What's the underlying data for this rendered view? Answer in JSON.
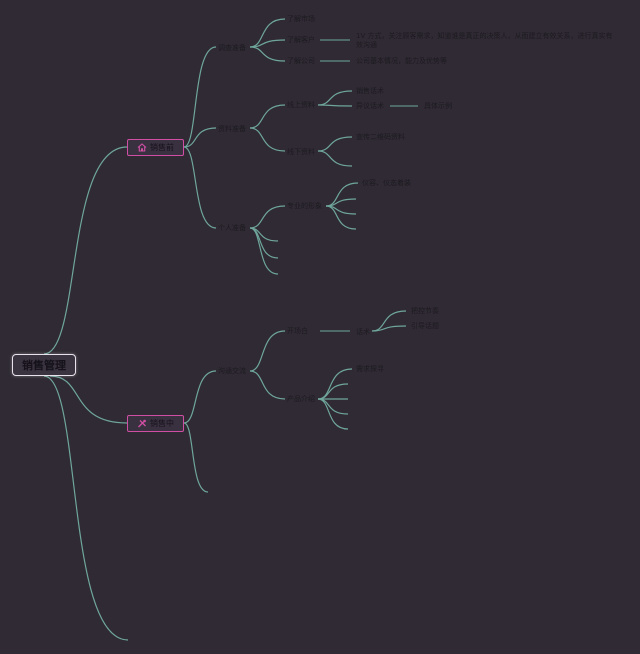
{
  "colors": {
    "background": "#2f2a33",
    "link": "#6fa69c",
    "branch_border": "#d04fa5",
    "text": "#1e1a22"
  },
  "root": {
    "label": "销售管理"
  },
  "branches": [
    {
      "label": "销售前",
      "icon": "house-icon"
    },
    {
      "label": "销售中",
      "icon": "tools-icon"
    }
  ],
  "nodes": {
    "preparation": "调查准备",
    "understand_industry": "了解市场",
    "understand_customer": "了解客户",
    "customer_detail": "1V 方式，关注顾客需求，知道谁是真正的决策人，从而建立有效关系，进行真实有效沟通",
    "understand_company": "了解公司",
    "company_detail": "公司基本情况，能力及优势等",
    "material_prep": "资料准备",
    "online_material": "线上资料",
    "sales_script": "销售话术",
    "objection_script": "异议话术",
    "expansion": "具体示例",
    "offline_material": "线下资料",
    "print_material": "宣传二维码资料",
    "personal_prep": "个人准备",
    "professional_image": "专业的形象",
    "dress_manner": "仪容、仪态着装",
    "mid_content": "沟通交流",
    "opening": "开场白",
    "speaking": "话术",
    "keep_rhythm": "把控节奏",
    "guide_topic": "引导话题",
    "product_intro": "产品介绍",
    "demand_analysis": "需求探寻"
  }
}
